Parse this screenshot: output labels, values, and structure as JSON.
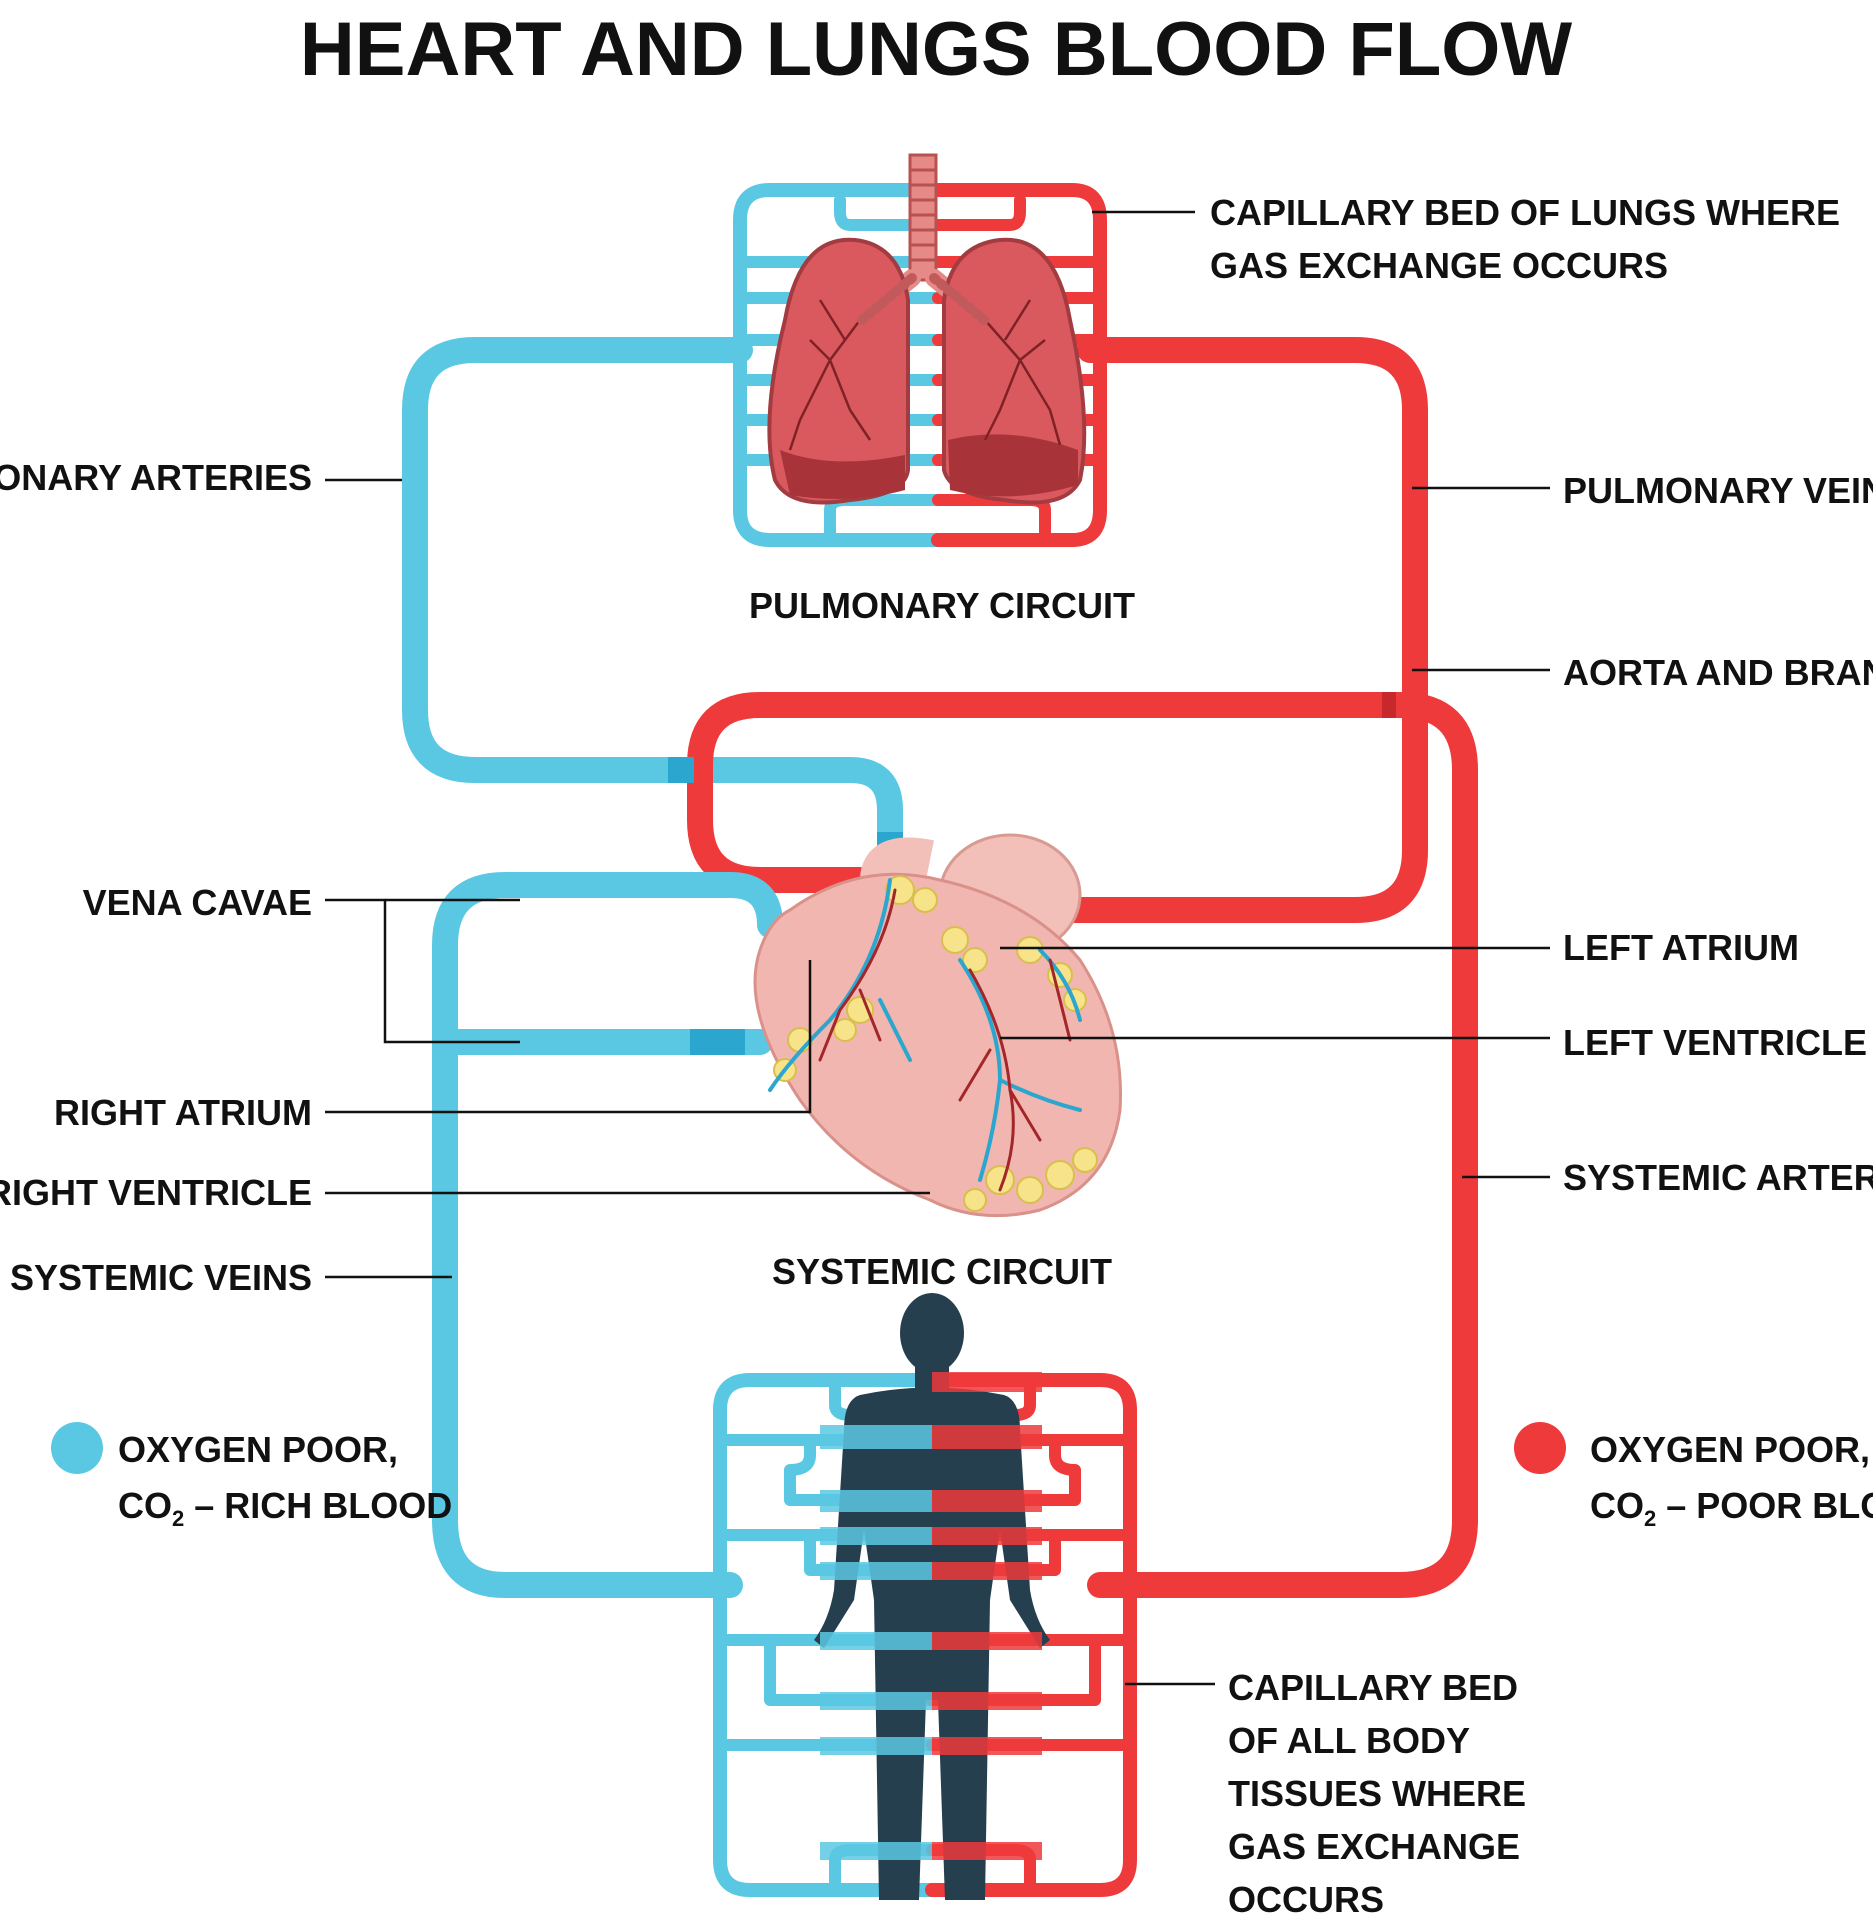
{
  "title": "HEART AND LUNGS BLOOD FLOW",
  "circuits": {
    "pulmonary": "PULMONARY CIRCUIT",
    "systemic": "SYSTEMIC CIRCUIT"
  },
  "labels": {
    "capillary_lungs_line1": "CAPILLARY BED OF LUNGS WHERE",
    "capillary_lungs_line2": "GAS EXCHANGE OCCURS",
    "pulmonary_arteries": "PULMONARY ARTERIES",
    "pulmonary_veins": "PULMONARY VEINS",
    "aorta": "AORTA AND BRANCHES",
    "vena_cavae": "VENA CAVAE",
    "left_atrium": "LEFT ATRIUM",
    "left_ventricle": "LEFT VENTRICLE",
    "right_atrium": "RIGHT ATRIUM",
    "right_ventricle": "RIGHT VENTRICLE",
    "systemic_veins": "SYSTEMIC VEINS",
    "systemic_arteries": "SYSTEMIC ARTERIES",
    "capillary_body_line1": "CAPILLARY BED",
    "capillary_body_line2": "OF ALL BODY",
    "capillary_body_line3": "TISSUES WHERE",
    "capillary_body_line4": "GAS EXCHANGE",
    "capillary_body_line5": "OCCURS"
  },
  "legend": {
    "blue": {
      "line1": "OXYGEN POOR,",
      "line2_prefix": "CO",
      "line2_sub": "2",
      "line2_suffix": " – RICH BLOOD",
      "color": "#5BC8E3"
    },
    "red": {
      "line1": "OXYGEN POOR,",
      "line2_prefix": "CO",
      "line2_sub": "2",
      "line2_suffix": " – POOR BLOOD",
      "color": "#EE3A3B"
    }
  },
  "colors": {
    "oxygen_poor_vessel": "#5BC8E3",
    "oxygen_rich_vessel": "#EE3A3B",
    "lung_tissue": "#D9595F",
    "heart_tissue": "#F2B6B0",
    "body_silhouette": "#263F4F"
  }
}
